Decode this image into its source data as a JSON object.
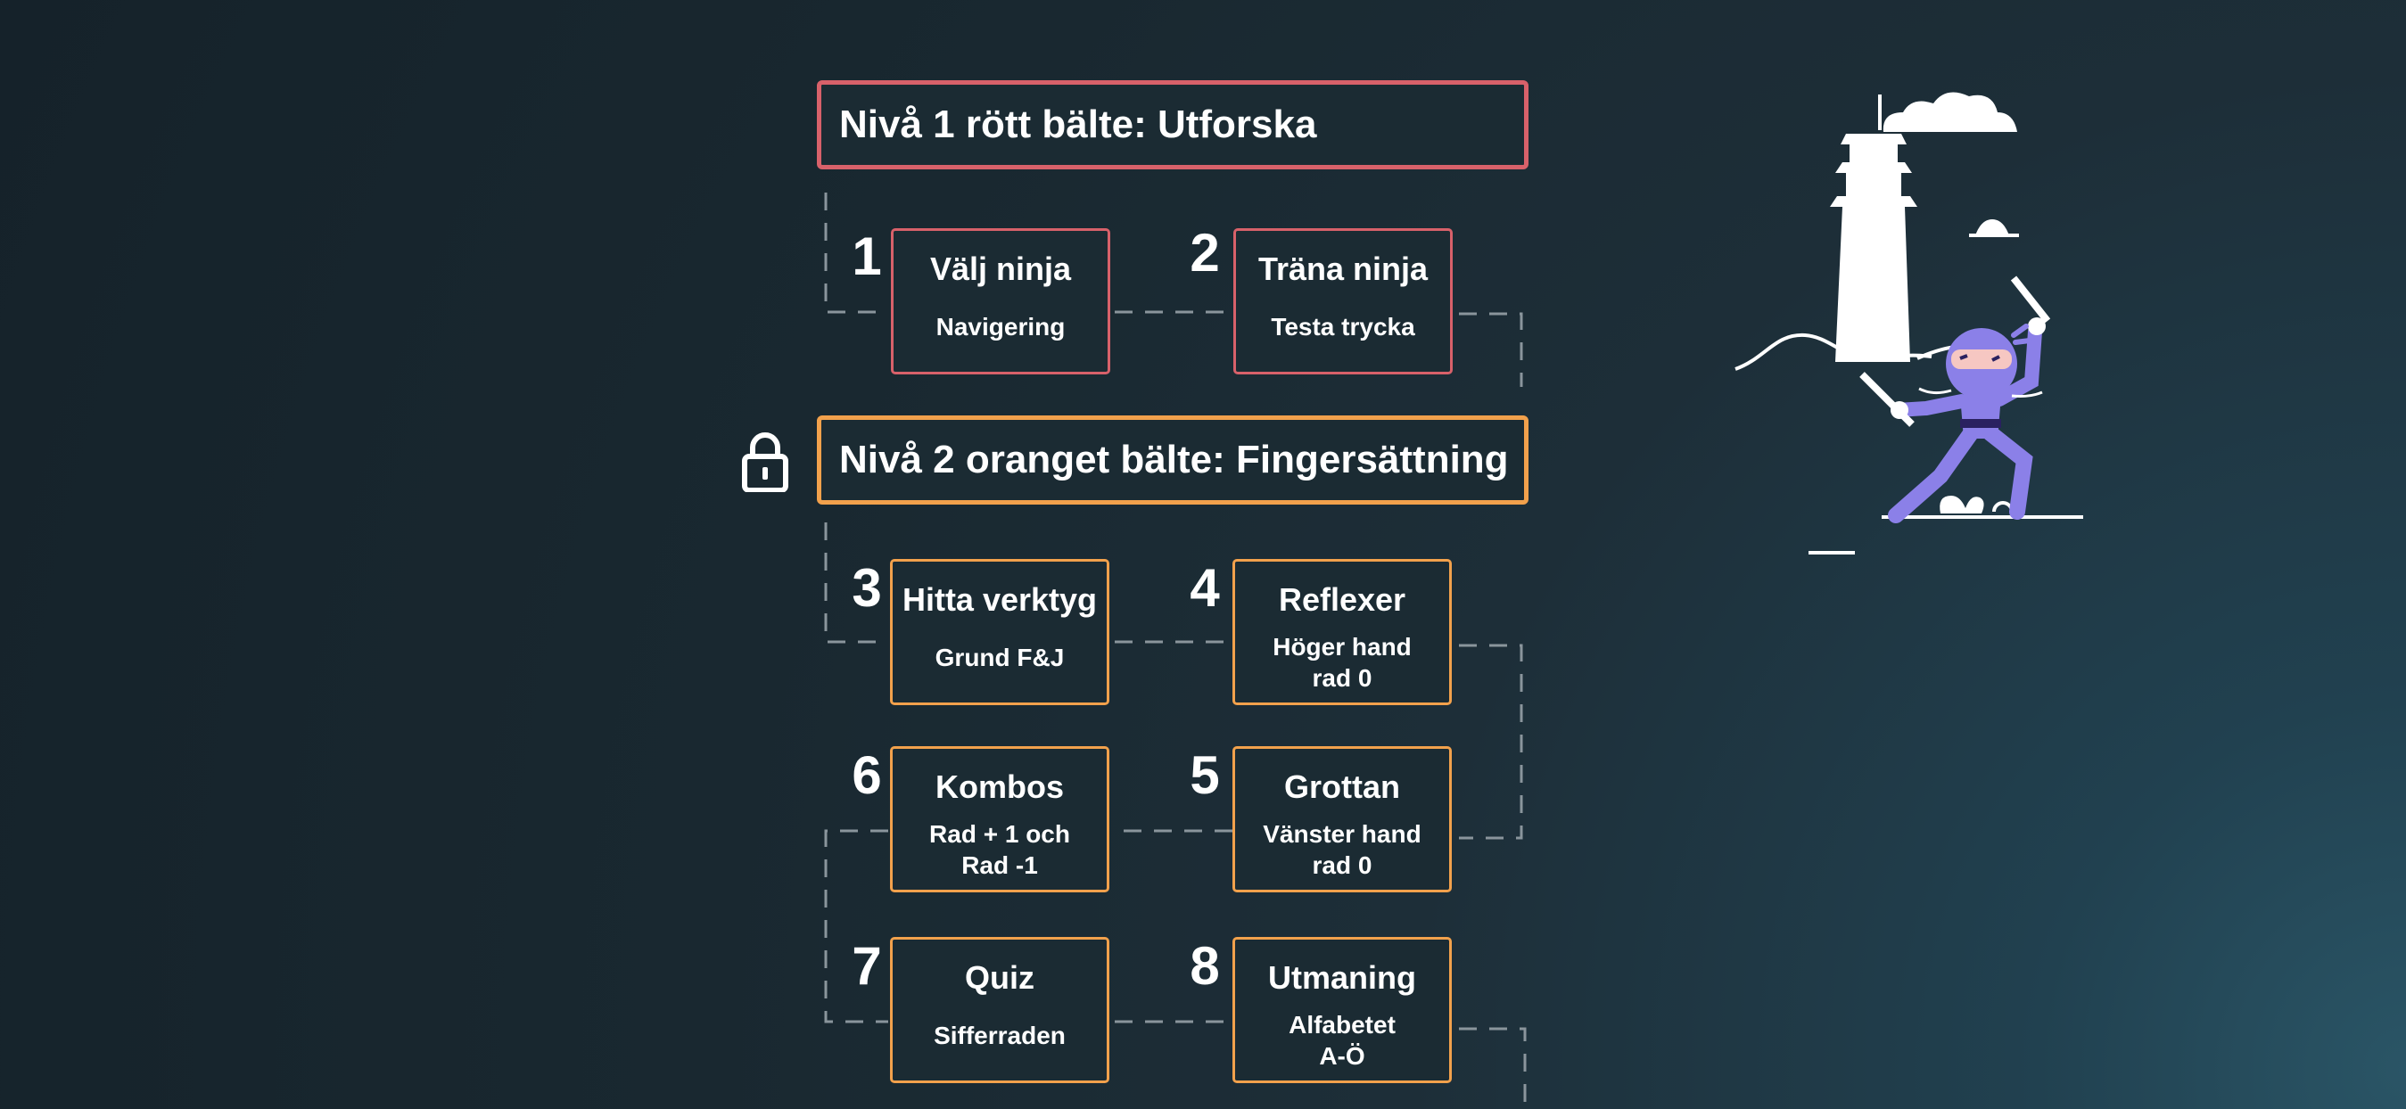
{
  "levels": [
    {
      "title": "Nivå 1 rött bälte: Utforska",
      "color": "#d8616a"
    },
    {
      "title": "Nivå 2 oranget bälte: Fingersättning",
      "color": "#f2a14c",
      "locked": true
    }
  ],
  "lessons": [
    {
      "number": "1",
      "title": "Välj ninja",
      "subtitle": "Navigering"
    },
    {
      "number": "2",
      "title": "Träna ninja",
      "subtitle": "Testa trycka"
    },
    {
      "number": "3",
      "title": "Hitta verktyg",
      "subtitle": "Grund F&J"
    },
    {
      "number": "4",
      "title": "Reflexer",
      "subtitle": "Höger hand\nrad 0"
    },
    {
      "number": "5",
      "title": "Grottan",
      "subtitle": "Vänster hand\nrad 0"
    },
    {
      "number": "6",
      "title": "Kombos",
      "subtitle": "Rad + 1 och\nRad -1"
    },
    {
      "number": "7",
      "title": "Quiz",
      "subtitle": "Sifferraden"
    },
    {
      "number": "8",
      "title": "Utmaning",
      "subtitle": "Alfabetet\nA-Ö"
    }
  ],
  "icons": {
    "lock": "lock-icon",
    "illustration": "ninja-pagoda-illustration"
  }
}
